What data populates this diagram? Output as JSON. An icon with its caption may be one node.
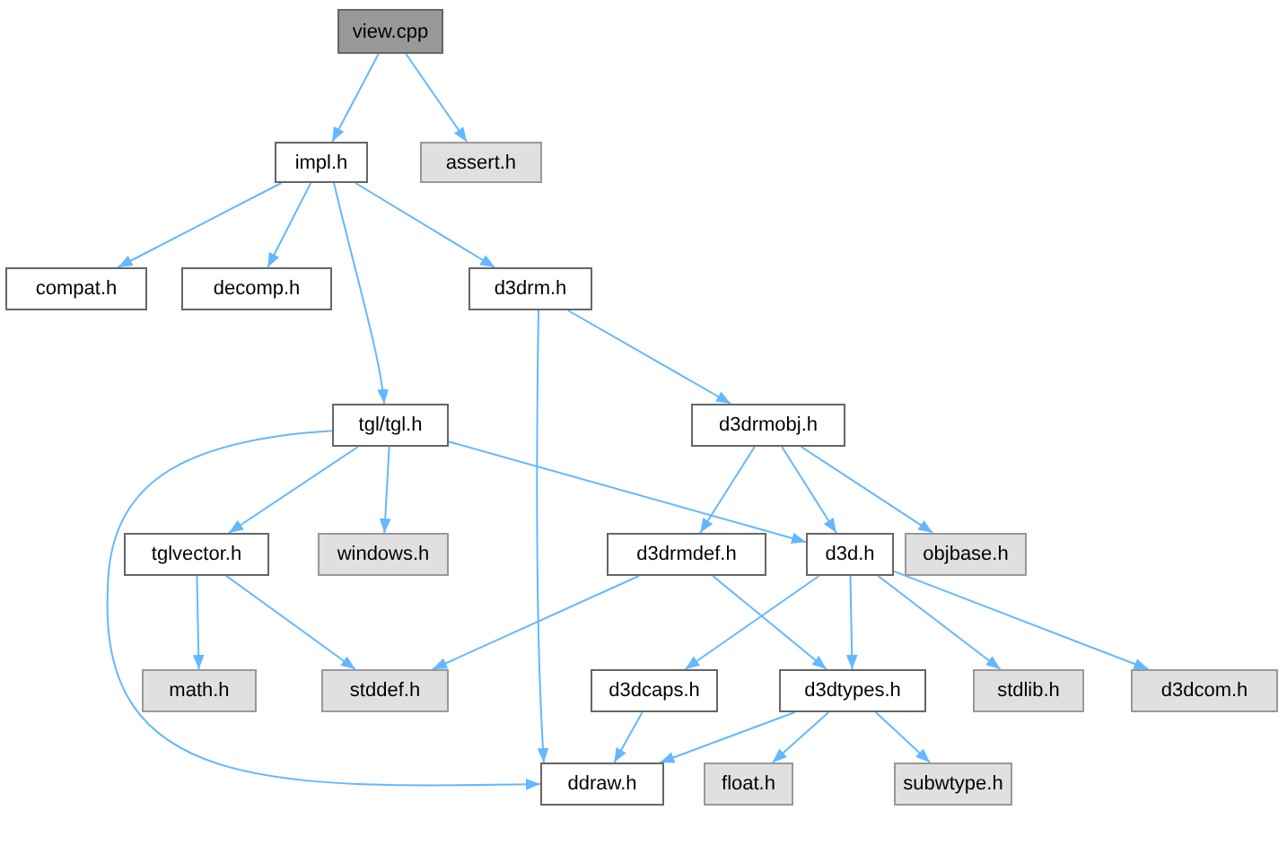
{
  "diagram": {
    "nodes": [
      {
        "text": [
          "view.cpp"
        ]
      },
      {
        "text": [
          "impl.h"
        ]
      },
      {
        "text": [
          "assert.h"
        ]
      },
      {
        "text": [
          "compat.h"
        ]
      },
      {
        "text": [
          "decomp.h"
        ]
      },
      {
        "text": [
          "d3drm.h"
        ]
      },
      {
        "text": [
          "tgl/tgl.h"
        ]
      },
      {
        "text": [
          "d3drmobj.h"
        ]
      },
      {
        "text": [
          "tglvector.h"
        ]
      },
      {
        "text": [
          "windows.h"
        ]
      },
      {
        "text": [
          "d3drmdef.h"
        ]
      },
      {
        "text": [
          "d3d.h"
        ]
      },
      {
        "text": [
          "objbase.h"
        ]
      },
      {
        "text": [
          "math.h"
        ]
      },
      {
        "text": [
          "stddef.h"
        ]
      },
      {
        "text": [
          "d3dcaps.h"
        ]
      },
      {
        "text": [
          "d3dtypes.h"
        ]
      },
      {
        "text": [
          "stdlib.h"
        ]
      },
      {
        "text": [
          "d3dcom.h"
        ]
      },
      {
        "text": [
          "ddraw.h"
        ]
      },
      {
        "text": [
          "float.h"
        ]
      },
      {
        "text": [
          "subwtype.h"
        ]
      }
    ],
    "edges": [
      {
        "from": 0,
        "to": 1,
        "arrow": "to"
      },
      {
        "from": 0,
        "to": 2,
        "arrow": "to"
      },
      {
        "from": 1,
        "to": 3,
        "arrow": "to"
      },
      {
        "from": 1,
        "to": 4,
        "arrow": "to"
      },
      {
        "from": 1,
        "to": 5,
        "arrow": "to"
      },
      {
        "from": 1,
        "to": 6,
        "arrow": "to"
      },
      {
        "from": 5,
        "to": 19,
        "arrow": "to"
      },
      {
        "from": 5,
        "to": 7,
        "arrow": "to"
      },
      {
        "from": 6,
        "to": 8,
        "arrow": "to"
      },
      {
        "from": 6,
        "to": 9,
        "arrow": "to"
      },
      {
        "from": 6,
        "to": 11,
        "arrow": "to"
      },
      {
        "from": 6,
        "to": 19,
        "arrow": "to"
      },
      {
        "from": 7,
        "to": 10,
        "arrow": "to"
      },
      {
        "from": 7,
        "to": 11,
        "arrow": "to"
      },
      {
        "from": 7,
        "to": 12,
        "arrow": "to"
      },
      {
        "from": 8,
        "to": 13,
        "arrow": "to"
      },
      {
        "from": 8,
        "to": 14,
        "arrow": "to"
      },
      {
        "from": 10,
        "to": 14,
        "arrow": "to"
      },
      {
        "from": 10,
        "to": 16,
        "arrow": "to"
      },
      {
        "from": 11,
        "to": 15,
        "arrow": "to"
      },
      {
        "from": 11,
        "to": 16,
        "arrow": "to"
      },
      {
        "from": 11,
        "to": 17,
        "arrow": "to"
      },
      {
        "from": 11,
        "to": 18,
        "arrow": "to"
      },
      {
        "from": 15,
        "to": 19,
        "arrow": "to"
      },
      {
        "from": 16,
        "to": 19,
        "arrow": "to"
      },
      {
        "from": 16,
        "to": 20,
        "arrow": "to"
      },
      {
        "from": 16,
        "to": 21,
        "arrow": "to"
      }
    ]
  }
}
